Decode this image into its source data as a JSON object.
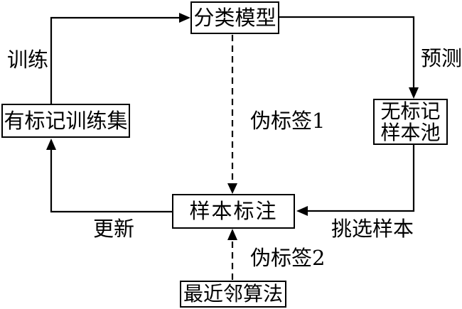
{
  "diagram": {
    "title": "semi-supervised active learning loop",
    "nodes": {
      "classification_model": {
        "label": "分类模型"
      },
      "labeled_training_set": {
        "label": "有标记训练集"
      },
      "unlabeled_sample_pool": {
        "line1": "无标记",
        "line2": "样本池"
      },
      "sample_annotation": {
        "label": "样本标注"
      },
      "nearest_neighbor_algorithm": {
        "label": "最近邻算法"
      }
    },
    "edge_labels": {
      "train": "训练",
      "predict": "预测",
      "pseudo_label_1": "伪标签1",
      "update": "更新",
      "select_samples": "挑选样本",
      "pseudo_label_2": "伪标签2"
    },
    "colors": {
      "line": "#000000",
      "box_border": "#000000",
      "text": "#000000",
      "background": "#ffffff"
    }
  }
}
